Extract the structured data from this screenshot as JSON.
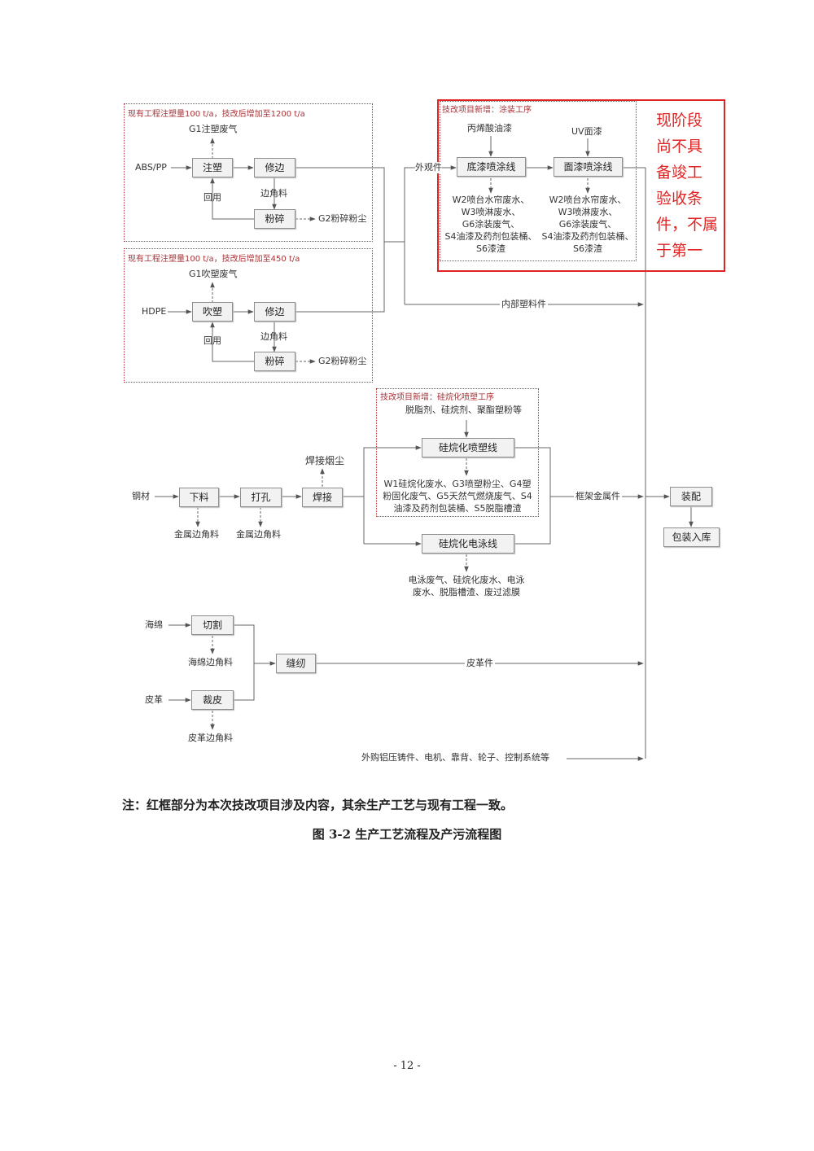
{
  "zones": {
    "injection_title": "现有工程注塑量100 t/a，技改后增加至1200 t/a",
    "blow_title": "现有工程注塑量100 t/a，技改后增加至450 t/a",
    "coating_title": "技改项目新增：涂装工序",
    "silane_title": "技改项目新增：硅烷化喷塑工序"
  },
  "injection": {
    "input": "ABS/PP",
    "step1": "注塑",
    "step2": "修边",
    "step3": "粉碎",
    "gas": "G1注塑废气",
    "recycle": "回用",
    "offcut": "边角料",
    "dust": "G2粉碎粉尘"
  },
  "blow": {
    "input": "HDPE",
    "step1": "吹塑",
    "step2": "修边",
    "step3": "粉碎",
    "gas": "G1吹塑废气",
    "recycle": "回用",
    "offcut": "边角料",
    "dust": "G2粉碎粉尘"
  },
  "coating": {
    "outer_parts": "外观件",
    "inner_parts": "内部塑料件",
    "primer_input": "丙烯酸油漆",
    "top_input": "UV面漆",
    "primer_line": "底漆喷涂线",
    "top_line": "面漆喷涂线",
    "primer_waste": [
      "W2喷台水帘废水、",
      "W3喷淋废水、",
      "G6涂装废气、",
      "S4油漆及药剂包装桶、",
      "S6漆渣"
    ],
    "top_waste": [
      "W2喷台水帘废水、",
      "W3喷淋废水、",
      "G6涂装废气、",
      "S4油漆及药剂包装桶、",
      "S6漆渣"
    ]
  },
  "stamp": [
    "现阶段",
    "尚不具",
    "备竣工",
    "验收条",
    "件，不属",
    "于第一"
  ],
  "metal": {
    "input": "钢材",
    "cut": "下料",
    "drill": "打孔",
    "weld": "焊接",
    "cut_waste": "金属边角料",
    "drill_waste": "金属边角料",
    "weld_fume": "焊接烟尘",
    "silane_inputs": "脱脂剂、硅烷剂、聚酯塑粉等",
    "spray_line": "硅烷化喷塑线",
    "spray_waste": [
      "W1硅烷化废水、G3喷塑粉尘、G4塑",
      "粉固化废气、G5天然气燃烧废气、S4",
      "油漆及药剂包装桶、S5脱脂槽渣"
    ],
    "ecoat_line": "硅烷化电泳线",
    "ecoat_waste": [
      "电泳废气、硅烷化废水、电泳",
      "废水、脱脂槽渣、废过滤膜"
    ],
    "frame_parts": "框架金属件"
  },
  "assembly": {
    "assemble": "装配",
    "pack": "包装入库"
  },
  "leather": {
    "sponge": "海绵",
    "cut": "切割",
    "sponge_waste": "海绵边角料",
    "leather": "皮革",
    "trim": "裁皮",
    "leather_waste": "皮革边角料",
    "sew": "缝纫",
    "leather_parts": "皮革件",
    "purchased": "外购铝压铸件、电机、靠背、轮子、控制系统等"
  },
  "note": "注：红框部分为本次技改项目涉及内容，其余生产工艺与现有工程一致。",
  "caption": "图 3-2 生产工艺流程及产污流程图",
  "page_number": "- 12 -"
}
